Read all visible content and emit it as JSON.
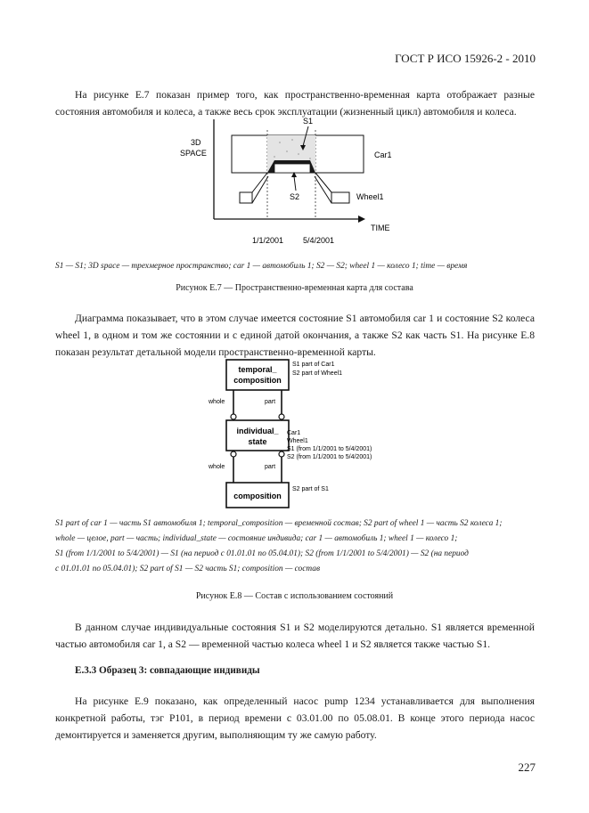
{
  "header": {
    "standard": "ГОСТ Р ИСО 15926-2 - 2010"
  },
  "paragraphs": {
    "p1": "На рисунке Е.7 показан пример того, как пространственно-временная карта отображает разные состояния автомобиля и колеса, а также весь срок эксплуатации (жизненный цикл) автомобиля и колеса.",
    "p2": "Диаграмма показывает, что в этом случае имеется состояние S1 автомобиля car 1 и состояние S2 колеса wheel 1, в одном и том же состоянии и с единой датой окончания, а также S2 как часть S1. На рисунке Е.8 показан результат детальной модели пространственно-временной карты.",
    "p3": "В данном случае индивидуальные состояния S1 и S2 моделируются детально. S1 является временной частью автомобиля car 1, а S2 — временной частью колеса wheel 1 и S2 является также частью S1.",
    "p4": "На рисунке Е.9 показано, как определенный насос pump 1234 устанавливается для выполнения конкретной работы, тэг Р101, в период времени с 03.01.00 по 05.08.01. В конце этого периода насос демонтируется и заменяется другим, выполняющим ту же самую работу."
  },
  "figure7": {
    "labels": {
      "s1": "S1",
      "s2": "S2",
      "space_line1": "3D",
      "space_line2": "SPACE",
      "car1": "Car1",
      "wheel1": "Wheel1",
      "time": "TIME",
      "date1": "1/1/2001",
      "date2": "5/4/2001"
    },
    "note": "S1 — S1; 3D space — трехмерное пространство; car 1 — автомобиль 1; S2 — S2; wheel 1 — колесо 1; time — время",
    "caption": "Рисунок Е.7 — Пространственно-временная карта для состава"
  },
  "figure8": {
    "boxes": {
      "top_line1": "temporal_",
      "top_line2": "composition",
      "mid_line1": "individual_",
      "mid_line2": "state",
      "bottom": "composition"
    },
    "roles": {
      "whole": "whole",
      "part": "part"
    },
    "side_notes": {
      "top_line1": "S1 part of Car1",
      "top_line2": "S2 part of Wheel1",
      "mid_line1": "Car1",
      "mid_line2": "Wheel1",
      "mid_line3": "S1 (from 1/1/2001 to 5/4/2001)",
      "mid_line4": "S2 (from 1/1/2001 to 5/4/2001)",
      "bottom_line1": "S2 part of S1"
    },
    "note_lines": [
      "S1 part of car 1 — часть S1 автомобиля 1; temporal_composition — временной состав; S2 part of wheel 1 — часть S2 колеса 1;",
      "whole — целое, part — часть; individual_state — состояние индивида; car 1 — автомобиль 1; wheel 1 — колесо 1;",
      "S1 (from 1/1/2001 to 5/4/2001) — S1 (на период с 01.01.01 по 05.04.01); S2 (from 1/1/2001 to 5/4/2001) — S2 (на период",
      "с 01.01.01 по 05.04.01); S2 part of S1 — S2 часть S1; composition — состав"
    ],
    "caption": "Рисунок Е.8 — Состав с использованием состояний"
  },
  "section": {
    "heading": "Е.3.3 Образец 3: совпадающие индивиды"
  },
  "page_number": "227"
}
